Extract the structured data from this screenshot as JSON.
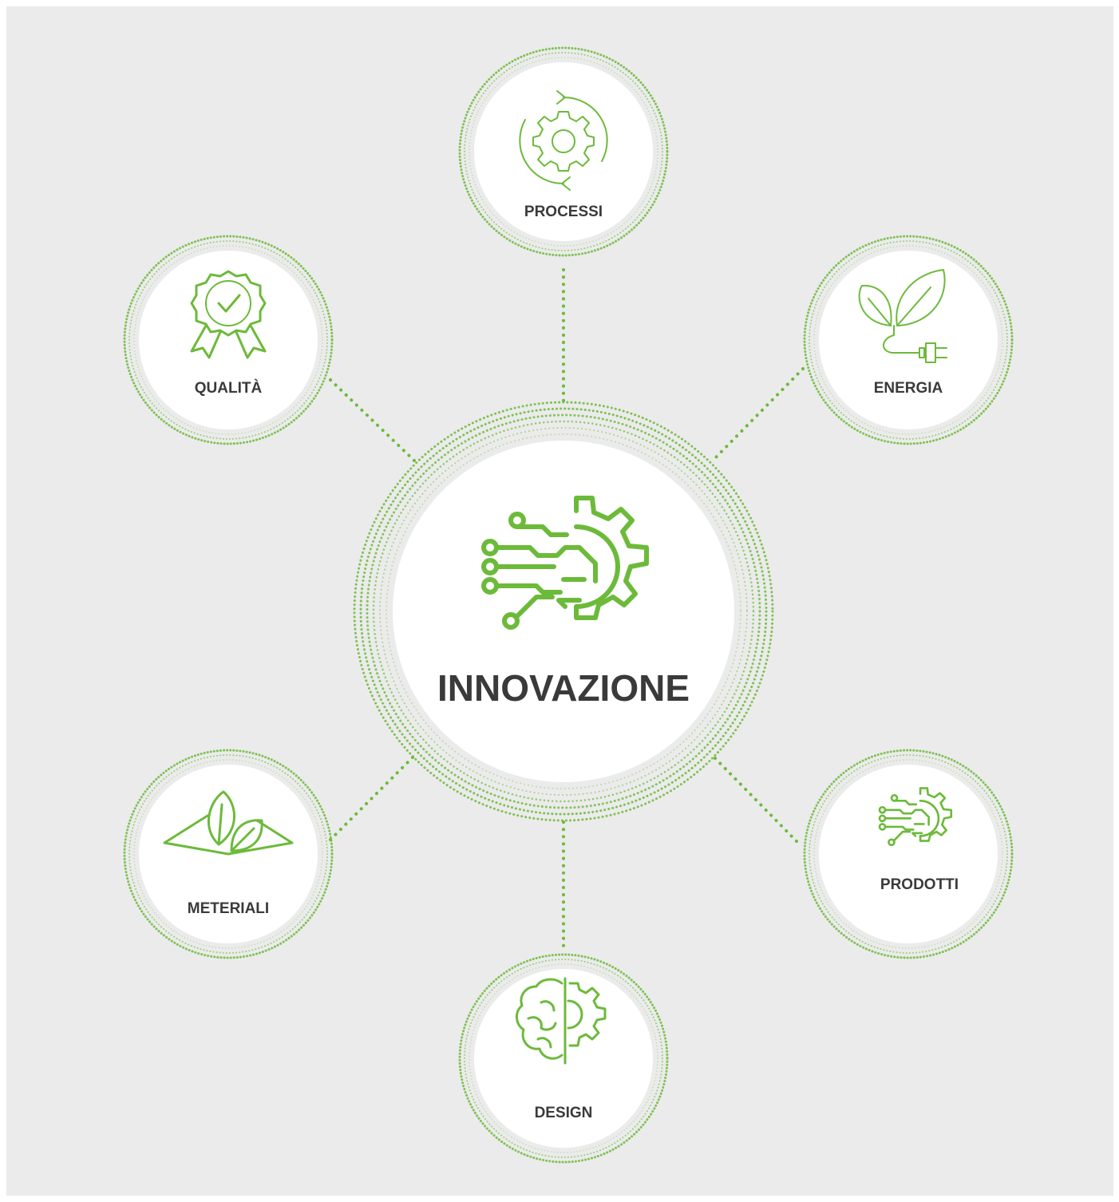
{
  "center": {
    "label": "INNOVAZIONE",
    "icon": "circuit-gear-icon"
  },
  "nodes": [
    {
      "id": "processi",
      "label": "PROCESSI",
      "icon": "gear-cycle-icon"
    },
    {
      "id": "qualita",
      "label": "QUALITÀ",
      "icon": "award-badge-icon"
    },
    {
      "id": "energia",
      "label": "ENERGIA",
      "icon": "leaf-plug-icon"
    },
    {
      "id": "meteriali",
      "label": "METERIALI",
      "icon": "leaves-surface-icon"
    },
    {
      "id": "prodotti",
      "label": "PRODOTTI",
      "icon": "circuit-gear-icon"
    },
    {
      "id": "design",
      "label": "DESIGN",
      "icon": "brain-gear-icon"
    }
  ],
  "colors": {
    "accent": "#6cba3a",
    "background": "#ebebeb",
    "circle_fill": "#ffffff",
    "text": "#3a3a3a"
  }
}
